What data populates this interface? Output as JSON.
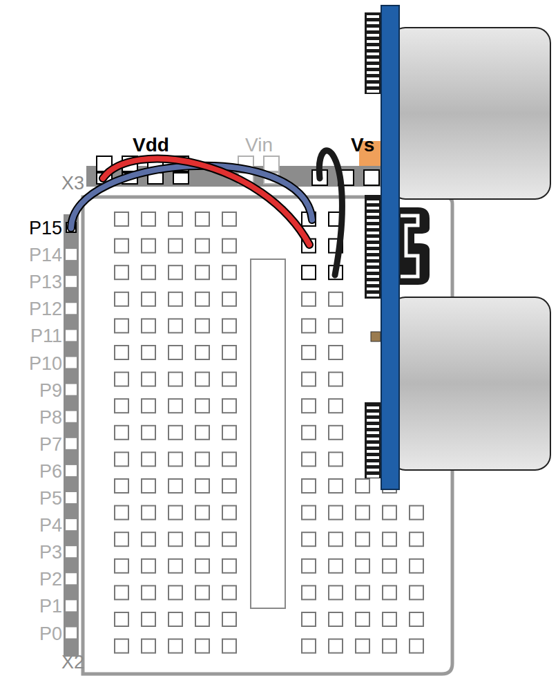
{
  "diagram": {
    "labels": [
      "Vdd",
      "Vin",
      "Vs",
      "X3",
      "P15",
      "P14",
      "P13",
      "P12",
      "P11",
      "P10",
      "P9",
      "P8",
      "P7",
      "P6",
      "P5",
      "P4",
      "P3",
      "P2",
      "P1",
      "P0",
      "X2"
    ]
  }
}
